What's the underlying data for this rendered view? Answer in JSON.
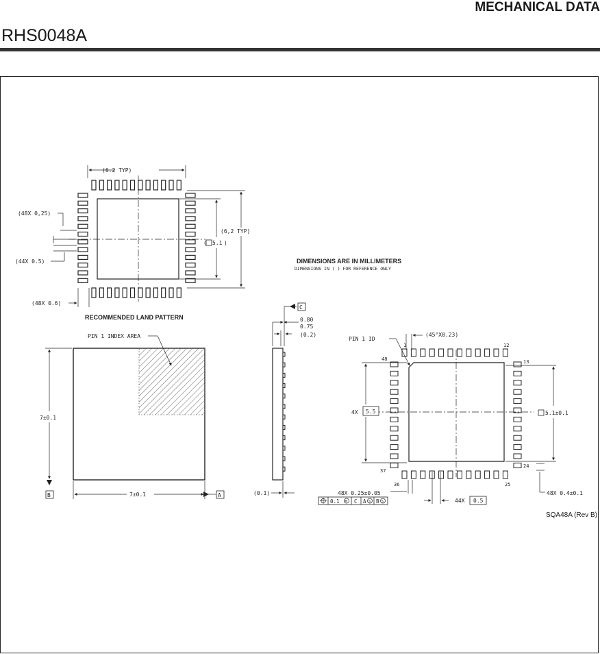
{
  "header": {
    "section_title": "MECHANICAL DATA",
    "package_code": "RHS0048A"
  },
  "drawing": {
    "notes": {
      "units_title": "DIMENSIONS ARE IN MILLIMETERS",
      "units_subtitle": "DIMENSIONS IN (  ) FOR REFERENCE ONLY"
    },
    "land_pattern": {
      "title": "RECOMMENDED LAND PATTERN",
      "width_typ": "(6.2 TYP)",
      "height_typ": "(6,2 TYP)",
      "pad_square": "5.1",
      "pad_width": "(48X 0,25)",
      "pitch": "(44X 0.5)",
      "pad_length": "(48X 0.6)"
    },
    "top_view": {
      "pin1_area_label": "PIN 1 INDEX AREA",
      "height": "7±0.1",
      "width": "7±0.1",
      "datum_a": "A",
      "datum_b": "B"
    },
    "side_view": {
      "datum_c": "C",
      "height_max": "0.80",
      "height_min": "0.75",
      "standoff": "(0.2)",
      "offset": "(0.1)"
    },
    "bottom_view": {
      "pin1_id": "PIN 1 ID",
      "chamfer": "(45°X0.23)",
      "pin_1": "1",
      "pin_12": "12",
      "pin_13": "13",
      "pin_24": "24",
      "pin_25": "25",
      "pin_36": "36",
      "pin_37": "37",
      "pin_48": "48",
      "span_prefix": "4X",
      "span_value": "5.5",
      "pad_square": "5.1±0.1",
      "lead_width": "48X 0.25±0.05",
      "tol_0": "0.1",
      "tol_1": "C",
      "tol_2": "A",
      "tol_3": "B",
      "pitch_prefix": "44X",
      "pitch_value": "0.5",
      "lead_length": "48X 0.4±0.1"
    },
    "revision": "SQA48A (Rev B)"
  }
}
